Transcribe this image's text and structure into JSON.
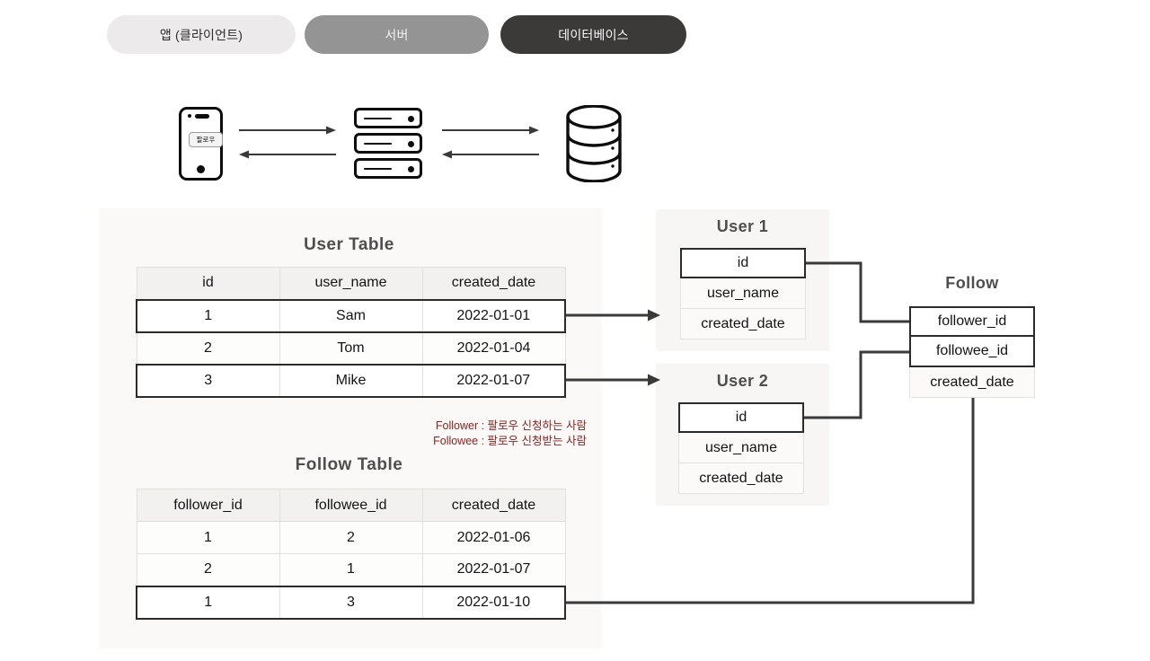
{
  "legend": {
    "items": [
      {
        "label": "앱 (클라이언트)",
        "color": "#eceaea"
      },
      {
        "label": "서버",
        "color": "#949494"
      },
      {
        "label": "데이터베이스",
        "color": "#3b3a39"
      }
    ]
  },
  "flow": {
    "phone": {
      "icon": "smartphone-icon",
      "button_label": "팔로우"
    },
    "server": {
      "icon": "server-rack-icon"
    },
    "database": {
      "icon": "database-cylinder-icon"
    },
    "arrows": [
      {
        "name": "app-to-server-request",
        "direction": "right"
      },
      {
        "name": "server-to-app-response",
        "direction": "left"
      },
      {
        "name": "server-to-db-query",
        "direction": "right"
      },
      {
        "name": "db-to-server-result",
        "direction": "left"
      }
    ]
  },
  "user_table": {
    "title": "User  Table",
    "columns": [
      "id",
      "user_name",
      "created_date"
    ],
    "rows": [
      {
        "cells": [
          "1",
          "Sam",
          "2022-01-01"
        ],
        "highlighted": true
      },
      {
        "cells": [
          "2",
          "Tom",
          "2022-01-04"
        ],
        "highlighted": false
      },
      {
        "cells": [
          "3",
          "Mike",
          "2022-01-07"
        ],
        "highlighted": true
      }
    ]
  },
  "follow_table": {
    "title": "Follow Table",
    "columns": [
      "follower_id",
      "followee_id",
      "created_date"
    ],
    "rows": [
      {
        "cells": [
          "1",
          "2",
          "2022-01-06"
        ],
        "highlighted": false
      },
      {
        "cells": [
          "2",
          "1",
          "2022-01-07"
        ],
        "highlighted": false
      },
      {
        "cells": [
          "1",
          "3",
          "2022-01-10"
        ],
        "highlighted": true
      }
    ]
  },
  "notes": {
    "color": "#8c2222",
    "line1": "Follower : 팔로우 신청하는 사람",
    "line2": "Followee : 팔로우 신청받는 사람"
  },
  "entities": [
    {
      "name": "user-1",
      "title": "User 1",
      "fields": [
        {
          "label": "id",
          "key": true
        },
        {
          "label": "user_name",
          "key": false
        },
        {
          "label": "created_date",
          "key": false
        }
      ]
    },
    {
      "name": "user-2",
      "title": "User 2",
      "fields": [
        {
          "label": "id",
          "key": true
        },
        {
          "label": "user_name",
          "key": false
        },
        {
          "label": "created_date",
          "key": false
        }
      ]
    },
    {
      "name": "follow",
      "title": "Follow",
      "fields": [
        {
          "label": "follower_id",
          "key": true
        },
        {
          "label": "followee_id",
          "key": true
        },
        {
          "label": "created_date",
          "key": false
        }
      ]
    }
  ]
}
